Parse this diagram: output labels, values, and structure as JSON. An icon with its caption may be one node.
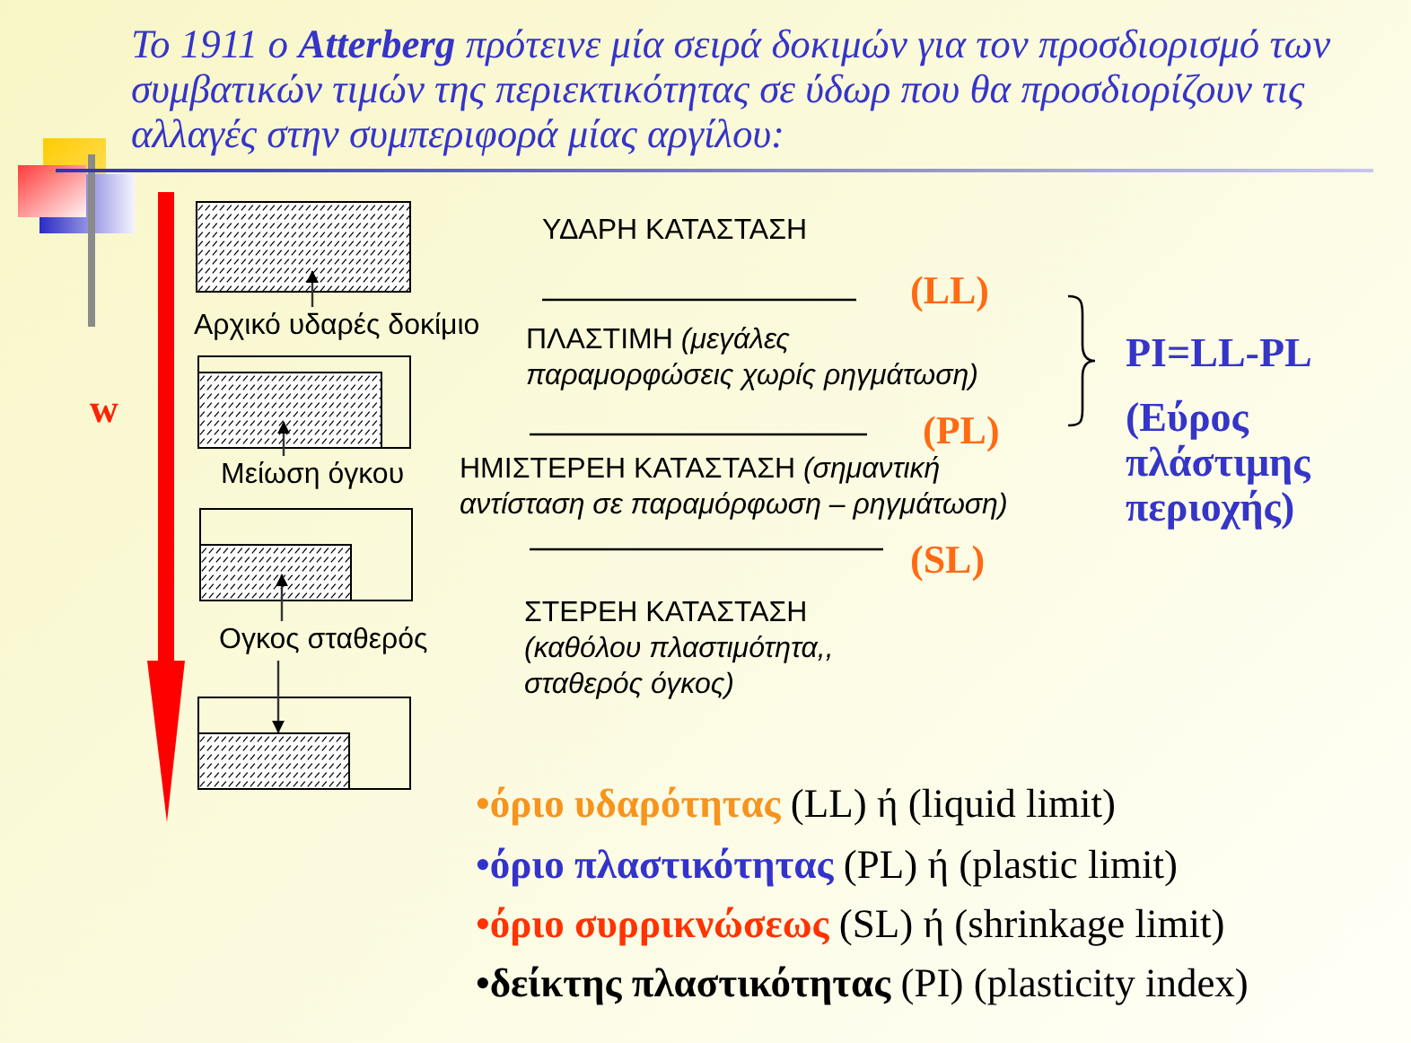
{
  "diagram": {
    "title": "Το 1911 ο **Atterberg** πρότεινε μία σειρά δοκιμών για τον προσδιορισμό των συμβατικών τιμών της περιεκτικότητας σε ύδωρ που θα προσδιορίζουν τις αλλαγές στην συμπεριφορά μίας αργίλου:",
    "nodes": [
      {
        "text": [],
        "shape": "box"
      },
      {
        "text": [
          "Αρχικό υδαρές δοκίμιο"
        ]
      },
      {
        "text": [],
        "shape": "box"
      },
      {
        "text": [],
        "shape": "box",
        "in": 2
      },
      {
        "text": [
          "Μείωση όγκου"
        ]
      },
      {
        "text": [],
        "shape": "box"
      },
      {
        "text": [],
        "shape": "box",
        "in": 5
      },
      {
        "text": [
          "Ογκος σταθερός"
        ]
      },
      {
        "text": [],
        "shape": "box"
      },
      {
        "text": [],
        "shape": "box",
        "in": 8
      }
    ],
    "edges": [
      {
        "from": 1,
        "to": 0,
        "arrow": "to"
      },
      {
        "from": 4,
        "to": 3,
        "arrow": "to"
      },
      {
        "from": 7,
        "to": 6,
        "arrow": "to"
      },
      {
        "from": 7,
        "to": 9,
        "arrow": "to"
      }
    ],
    "labels": [
      "ΥΔΑΡΗ ΚΑΤΑΣΤΑΣΗ",
      "(LL)",
      "ΠΛΑΣΤΙΜΗ *(μεγάλες παραμορφώσεις χωρίς ρηγμάτωση)*",
      "PI=LL-PL",
      "w",
      "(Εύρος πλάστιμης περιοχής)",
      "(PL)",
      "ΗΜΙΣΤΕΡΕΗ ΚΑΤΑΣΤΑΣΗ *(σημαντική αντίσταση σε παραμόρφωση – ρηγμάτωση)*",
      "(SL)",
      "ΣΤΕΡΕΗ ΚΑΤΑΣΤΑΣΗ *(καθόλου πλαστιμότητα,, σταθερός όγκος)*",
      "**•όριο υδαρότητας** (LL) ή (liquid limit)",
      "**•όριο πλαστικότητας** (PL) ή (plastic limit)",
      "**•όριο συρρικνώσεως** (SL) ή (shrinkage limit)",
      "**•δείκτης πλαστικότητας** (PI) (plasticity index)"
    ]
  }
}
